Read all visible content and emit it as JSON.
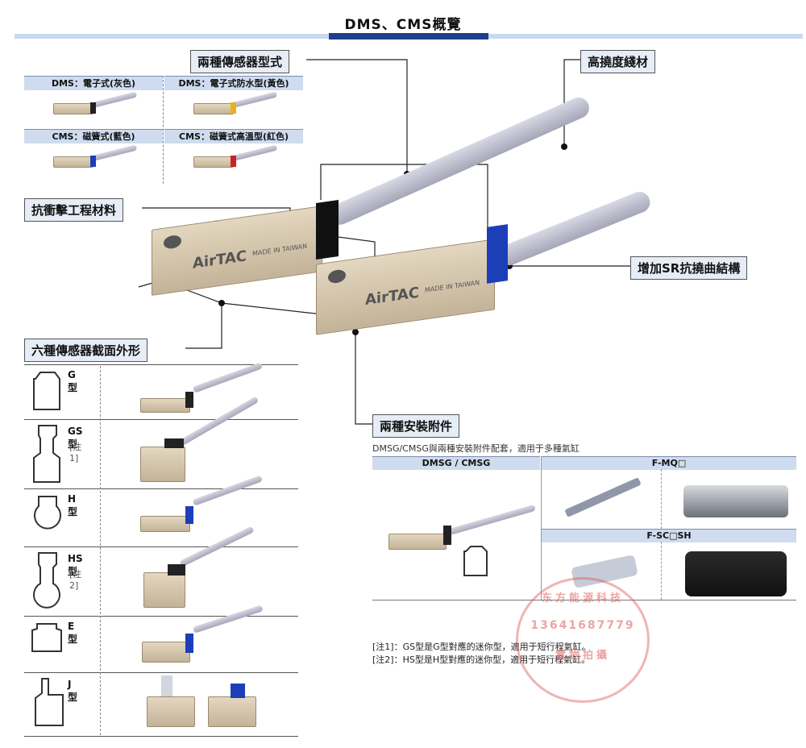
{
  "page_title": "DMS、CMS概覽",
  "callouts": {
    "two_types": "兩種傳感器型式",
    "flex_cable": "高撓度綫材",
    "impact_material": "抗衝擊工程材料",
    "sr_structure": "增加SR抗撓曲結構",
    "six_shapes": "六種傳感器截面外形",
    "two_accessories": "兩種安裝附件"
  },
  "type_grid": [
    {
      "label": "DMS：電子式(灰色)",
      "band_color": "#222222"
    },
    {
      "label": "DMS：電子式防水型(黃色)",
      "band_color": "#e8b21a"
    },
    {
      "label": "CMS：磁簧式(藍色)",
      "band_color": "#1c3fb8"
    },
    {
      "label": "CMS：磁簧式高溫型(紅色)",
      "band_color": "#cc2222"
    }
  ],
  "sensor_marking": {
    "brand": "AirTAC",
    "made_in": "MADE IN TAIWAN"
  },
  "shapes": [
    {
      "label": "G型",
      "note": "",
      "band_color": "#222222"
    },
    {
      "label": "GS型",
      "note": "[注1]",
      "band_color": "#222222"
    },
    {
      "label": "H型",
      "note": "",
      "band_color": "#1c3fb8"
    },
    {
      "label": "HS型",
      "note": "[注2]",
      "band_color": "#222222"
    },
    {
      "label": "E型",
      "note": "",
      "band_color": "#1c3fb8"
    },
    {
      "label": "J型",
      "note": "",
      "band_color": "#1c3fb8"
    }
  ],
  "accessories": {
    "intro": "DMSG/CMSG與兩種安裝附件配套，適用于多種氣缸",
    "col1": "DMSG / CMSG",
    "col2": "F-MQ□",
    "col3": "F-SC□SH"
  },
  "notes": [
    "[注1]：GS型是G型對應的迷你型，適用于短行程氣缸。",
    "[注2]：HS型是H型對應的迷你型，適用于短行程氣缸。"
  ],
  "watermark": {
    "line1": "东方能源科技",
    "phone": "13641687779",
    "line2": "實物拍攝"
  }
}
